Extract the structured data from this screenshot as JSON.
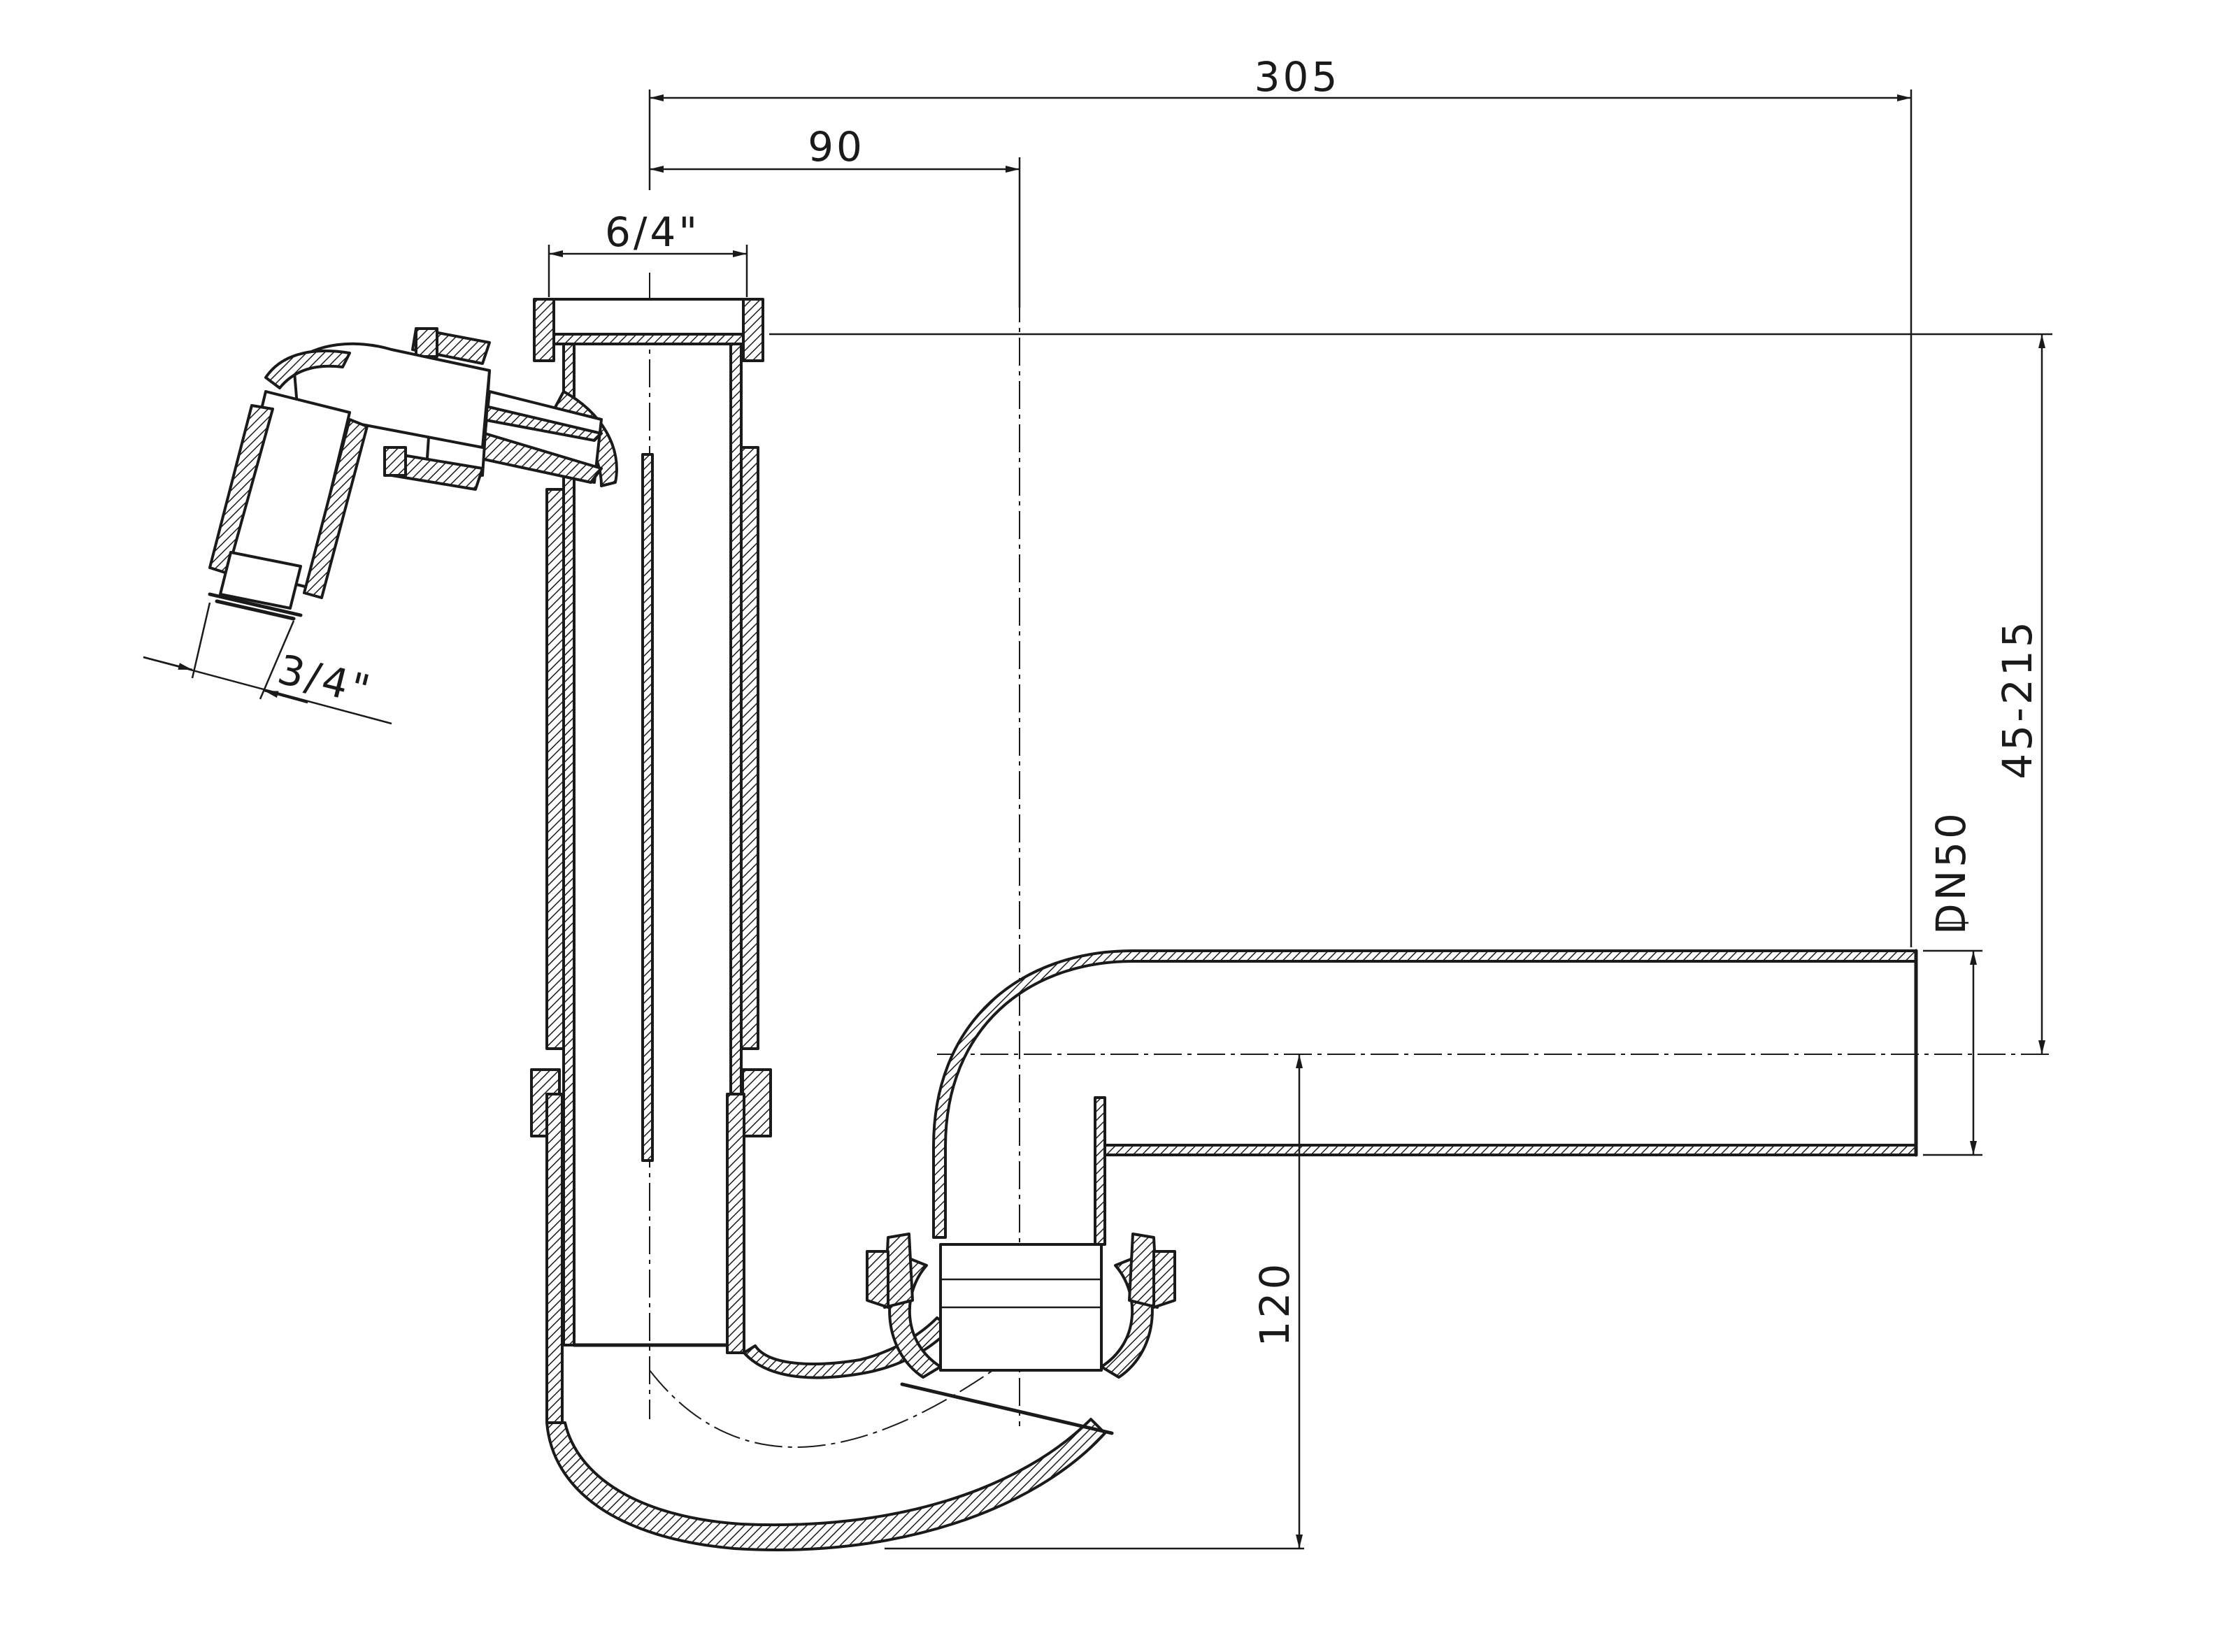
{
  "dimensions": {
    "overall_width": "305",
    "offset": "90",
    "inlet_thread": "6/4\"",
    "hose_thread": "3/4\"",
    "height_range": "45-215",
    "outlet_size": "DN50",
    "depth": "120"
  }
}
